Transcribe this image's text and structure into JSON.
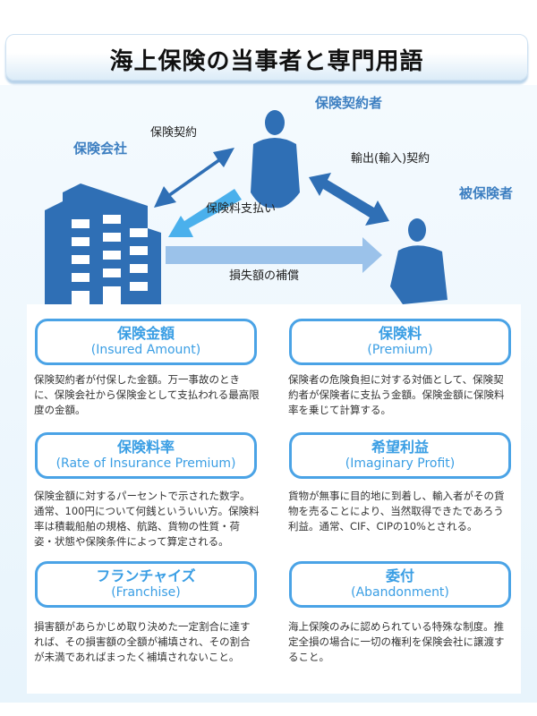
{
  "title": "海上保険の当事者と専門用語",
  "diagram": {
    "parties": {
      "insurer": "保険会社",
      "policyholder": "保険契約者",
      "insured": "被保険者"
    },
    "flows": {
      "insurance_contract": "保険契約",
      "premium_payment": "保険料支払い",
      "export_import_contract": "輸出(輸入)契約",
      "loss_compensation": "損失額の補償"
    },
    "colors": {
      "dark_blue": "#2f6fb5",
      "light_blue": "#4ab0ec",
      "pale_blue": "#8cb9e6"
    }
  },
  "terms": [
    {
      "ja": "保険金額",
      "en": "(Insured Amount)",
      "desc": "保険契約者が付保した金額。万一事故のときに、保険会社から保険金として支払われる最高限度の金額。"
    },
    {
      "ja": "保険料",
      "en": "(Premium)",
      "desc": "保険者の危険負担に対する対価として、保険契約者が保険者に支払う金額。保険金額に保険料率を乗じて計算する。"
    },
    {
      "ja": "保険料率",
      "en": "(Rate of Insurance Premium)",
      "desc": "保険金額に対するパーセントで示された数字。通常、100円について何銭といういい方。保険料率は積載船舶の規格、航路、貨物の性質・荷姿・状態や保険条件によって算定される。"
    },
    {
      "ja": "希望利益",
      "en": "(Imaginary Profit)",
      "desc": "貨物が無事に目的地に到着し、輸入者がその貨物を売ることにより、当然取得できたであろう利益。通常、CIF、CIPの10%とされる。"
    },
    {
      "ja": "フランチャイズ",
      "en": "(Franchise)",
      "desc": "損害額があらかじめ取り決めた一定割合に達すれば、その損害額の全額が補填され、その割合が未満であればまったく補填されないこと。"
    },
    {
      "ja": "委付",
      "en": "(Abandonment)",
      "desc": "海上保険のみに認められている特殊な制度。推定全損の場合に一切の権利を保険会社に譲渡すること。"
    }
  ]
}
